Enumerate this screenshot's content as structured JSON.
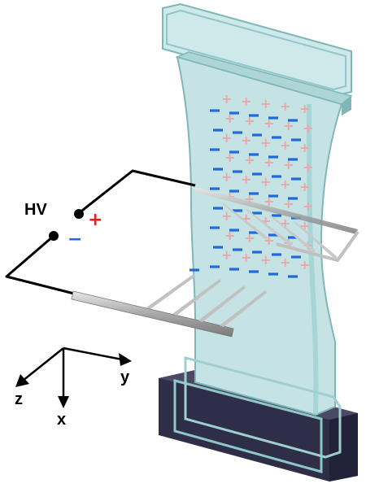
{
  "labels": {
    "hv": "HV",
    "positive_sign": "+",
    "negative_sign": "−",
    "axis_y": "y",
    "axis_z": "z",
    "axis_x": "x"
  },
  "colors": {
    "glass_fill": "#c5e3e4",
    "glass_edge": "#7fb7b9",
    "base": "#2e2e48",
    "positive_charge": "#e8a8a8",
    "negative_charge": "#1f6ad6",
    "positive_terminal": "#e02020",
    "negative_terminal": "#1f6ad6",
    "wire": "#000000",
    "electrode": "#b5b5b5"
  }
}
